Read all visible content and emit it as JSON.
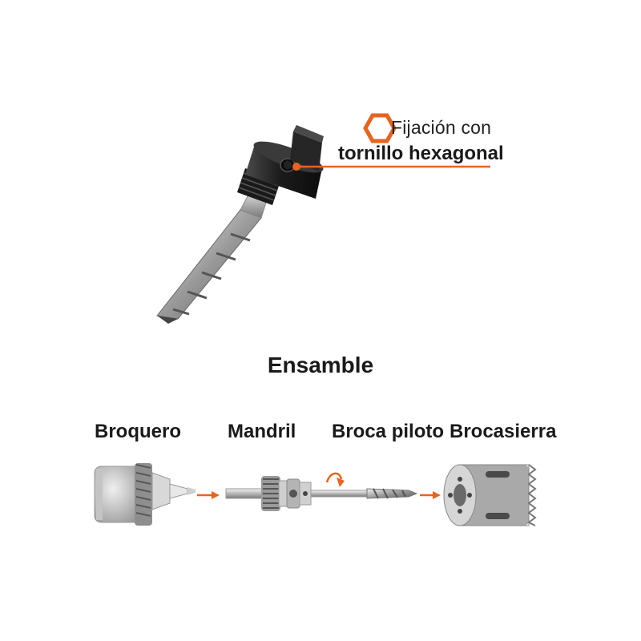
{
  "callout": {
    "line1": "Fijación con",
    "line2": "tornillo hexagonal"
  },
  "section_title": "Ensamble",
  "steps": [
    {
      "label": "Broquero"
    },
    {
      "label": "Mandril"
    },
    {
      "label": "Broca piloto"
    },
    {
      "label": "Brocasierra"
    }
  ],
  "colors": {
    "accent": "#e8641e",
    "metal_dark": "#2a2a2a",
    "metal_light": "#cfcfcf"
  },
  "icons": [
    "hexagon-icon",
    "arrow-right-icon",
    "rotation-arrow-icon"
  ]
}
